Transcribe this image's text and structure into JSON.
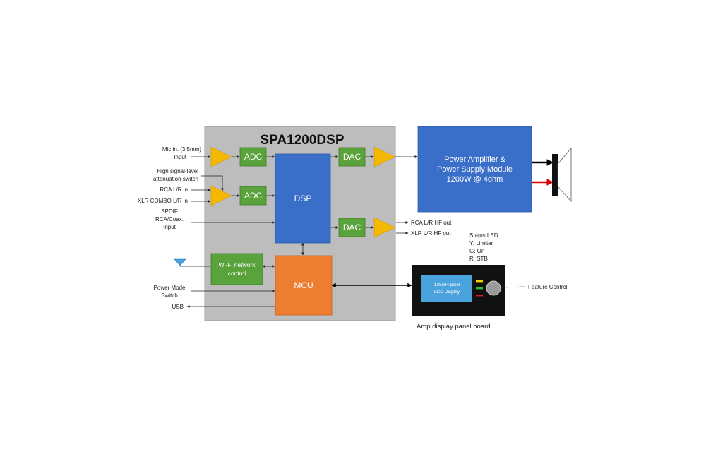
{
  "title": "SPA1200DSP",
  "blocks": {
    "adc1": "ADC",
    "adc2": "ADC",
    "dac1": "DAC",
    "dac2": "DAC",
    "dsp": "DSP",
    "mcu": "MCU",
    "wifi_line1": "Wi-Fi network",
    "wifi_line2": "control",
    "amp_line1": "Power Amplifier &",
    "amp_line2": "Power Supply Module",
    "amp_line3": "1200W @ 4ohm",
    "lcd_line1": "128x64 pixel",
    "lcd_line2": "LCD Display"
  },
  "inputs": {
    "mic_line1": "Mic in. (3.5mm)",
    "mic_line2": "Input",
    "atten_line1": "High  signal-level",
    "atten_line2": "attenuation switch",
    "rca_in": "RCA L/R in",
    "xlr_in": "XLR COMBO L/R in",
    "spdif_line1": "SPDIF",
    "spdif_line2": "RCA/Coax.",
    "spdif_line3": "Input",
    "power_line1": "Power Mode",
    "power_line2": "Switch",
    "usb": "USB"
  },
  "outputs": {
    "rca_hf": "RCA L/R HF out",
    "xlr_hf": "XLR L/R HF out"
  },
  "status_led": {
    "title": "Status LED",
    "yellow": "Y: Limiter",
    "green": "G: On",
    "red": "R: STB"
  },
  "feature_control": "Feature Control",
  "panel_caption": "Amp display panel board",
  "colors": {
    "chassis": "#bdbdbd",
    "block_green": "#5aa33c",
    "block_blue": "#3a6fc9",
    "block_orange": "#ed7d31",
    "amp_triangle": "#f5b800",
    "panel": "#111111",
    "lcd": "#4ba3dd",
    "led_yellow": "#f4d000",
    "led_green": "#2fbf2f",
    "led_red": "#e01b1b"
  }
}
